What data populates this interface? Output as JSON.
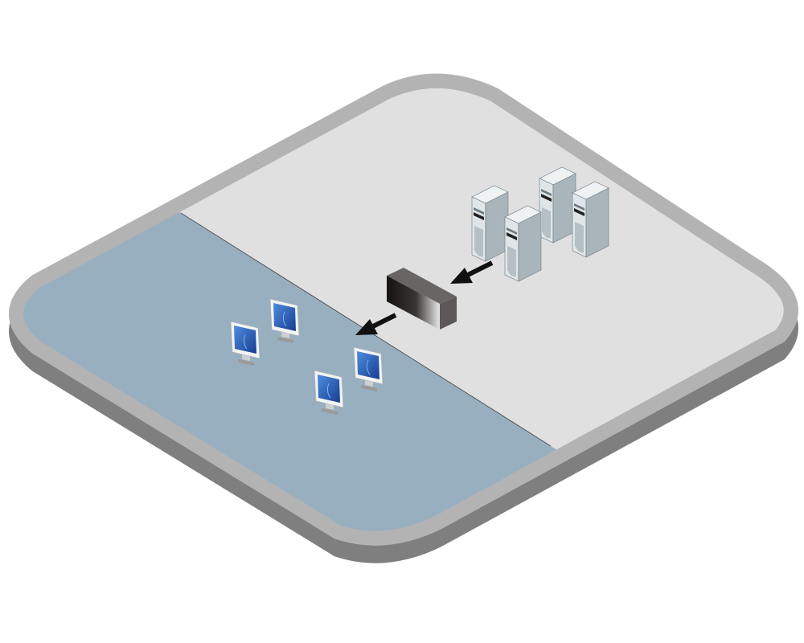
{
  "diagram": {
    "colors": {
      "background": "#ffffff",
      "platform_base": "#7f7f7f",
      "platform_rim": "#b3b3b3",
      "server_zone": "#e0e0e0",
      "client_zone": "#98afc0",
      "switch": "#1e1a1a",
      "arrow": "#111111",
      "screen": "#1f4fa8"
    },
    "nodes": {
      "servers": 4,
      "switches": 1,
      "monitors": 4
    }
  }
}
